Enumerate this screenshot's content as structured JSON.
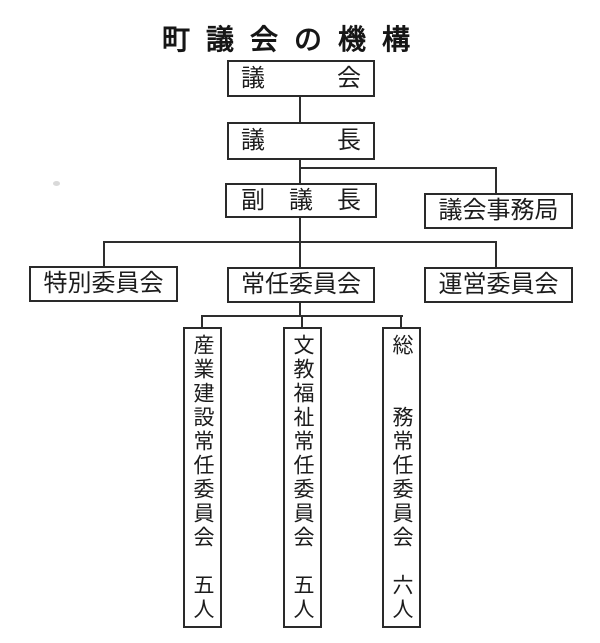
{
  "title": {
    "text": "町議会の機構"
  },
  "colors": {
    "ink": "#1c1c1c",
    "paper": "#ffffff",
    "line": "#2e2e2e"
  },
  "org": {
    "gikai": {
      "label": "議会",
      "display": "議　　　会"
    },
    "gicho": {
      "label": "議長",
      "display": "議　　　長"
    },
    "fuku_gicho": {
      "label": "副議長",
      "display": "副　議　長"
    },
    "jimukyoku": {
      "label": "議会事務局",
      "display": "議会事務局"
    },
    "tokubetsu": {
      "label": "特別委員会",
      "display": "特別委員会"
    },
    "jonin": {
      "label": "常任委員会",
      "display": "常任委員会"
    },
    "unei": {
      "label": "運営委員会",
      "display": "運営委員会"
    },
    "sangyo_kensetsu": {
      "label": "産業建設常任委員会",
      "members": "五人",
      "display": "産業建設常任委員会　五人"
    },
    "bunkyo_fukushi": {
      "label": "文教福祉常任委員会",
      "members": "五人",
      "display": "文教福祉常任委員会　五人"
    },
    "somu": {
      "label": "総務常任委員会",
      "members": "六人",
      "display": "総　　務常任委員会　六人"
    }
  },
  "edges": [
    {
      "from": "議会",
      "to": "議長"
    },
    {
      "from": "議長",
      "to": "副議長"
    },
    {
      "from": "議長",
      "to": "議会事務局"
    },
    {
      "from": "副議長",
      "to": "特別委員会"
    },
    {
      "from": "副議長",
      "to": "常任委員会"
    },
    {
      "from": "副議長",
      "to": "運営委員会"
    },
    {
      "from": "常任委員会",
      "to": "産業建設常任委員会（五人）"
    },
    {
      "from": "常任委員会",
      "to": "文教福祉常任委員会（五人）"
    },
    {
      "from": "常任委員会",
      "to": "総務常任委員会（六人）"
    }
  ]
}
